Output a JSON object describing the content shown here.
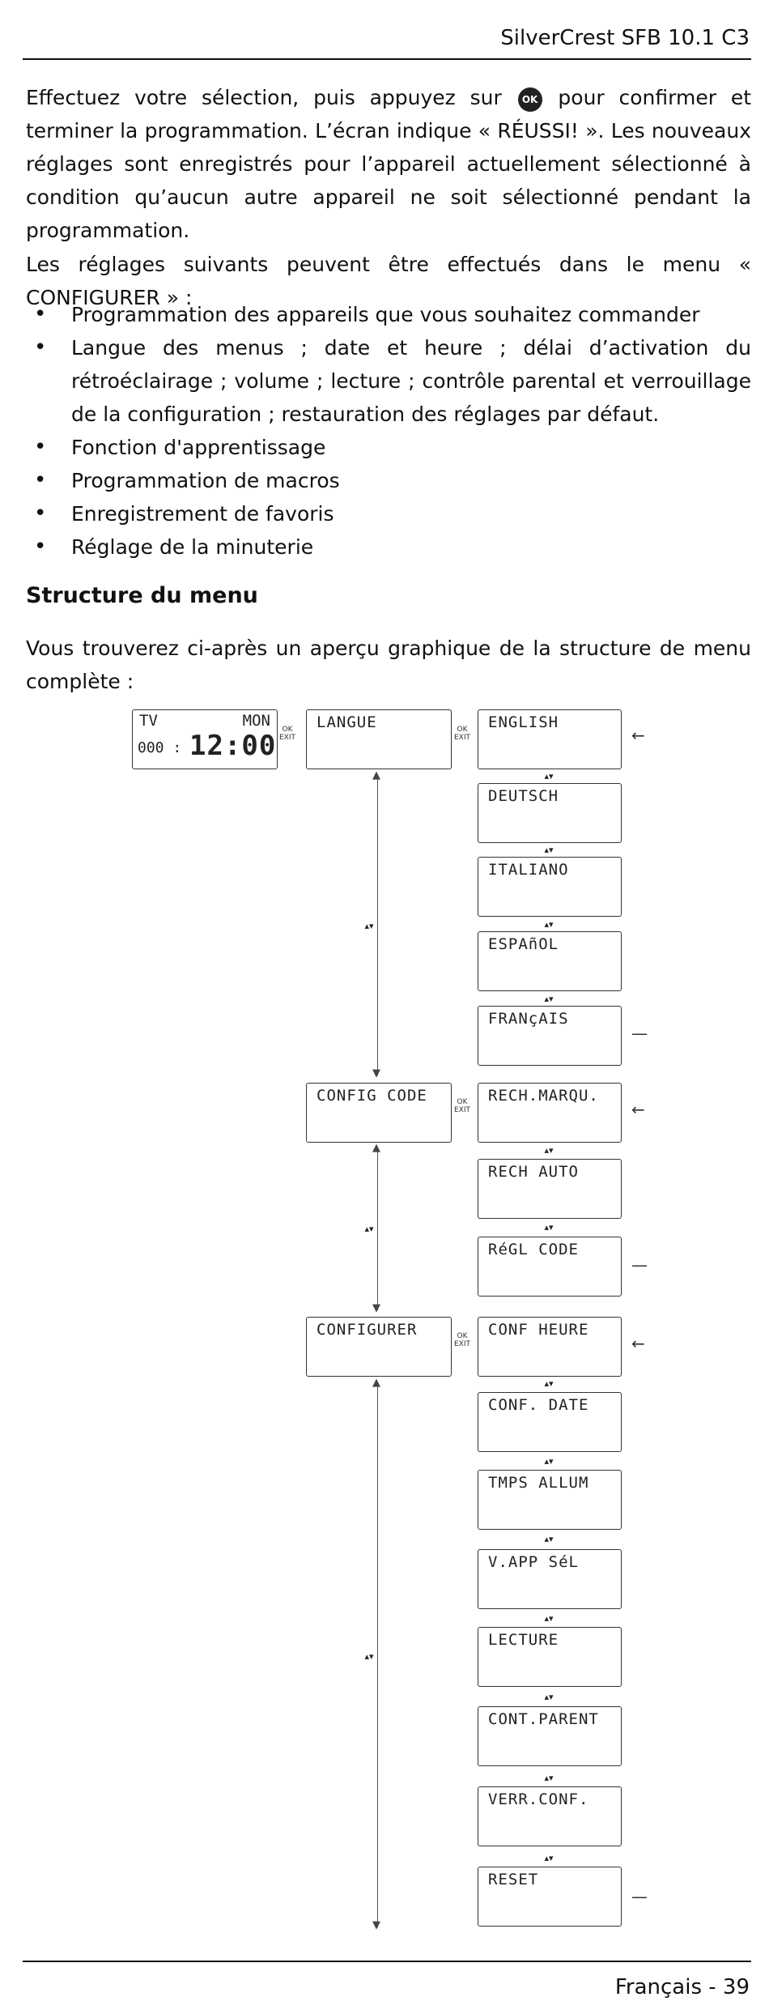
{
  "header": {
    "title": "SilverCrest SFB 10.1 C3"
  },
  "p1": {
    "before": "Effectuez votre sélection, puis appuyez sur ",
    "ok_icon": "OK",
    "after": " pour confirmer et terminer la programmation. L’écran indique « RÉUSSI! ». Les nouveaux réglages sont enregistrés pour l’appareil actuellement sélectionné à condition qu’aucun autre appareil ne soit sélectionné pendant la programmation."
  },
  "p2": "Les réglages suivants peuvent être effectués dans le menu « CONFIGURER » :",
  "bullets": [
    "Programmation des appareils que vous souhaitez commander",
    "Langue des menus ; date et heure ; délai d’activation du rétroéclairage ; volume ; lecture ; contrôle parental et verrouillage de la configuration ; restauration des réglages par défaut.",
    "Fonction d'apprentissage",
    "Programmation de macros",
    "Enregistrement de favoris",
    "Réglage de la minuterie"
  ],
  "section_title": "Structure du menu",
  "p3": "Vous trouverez ci-après un aperçu graphique de la structure de menu complète :",
  "diagram": {
    "remote": {
      "mode": "TV",
      "day": "MON",
      "number": "000 :",
      "time": "12:00"
    },
    "main_menus": [
      "LANGUE",
      "CONFIG CODE",
      "CONFIGURER"
    ],
    "langue_items": [
      "ENGLISH",
      "DEUTSCH",
      "ITALIANO",
      "ESPAñOL",
      "FRANçAIS"
    ],
    "config_code_items": [
      "RECH.MARQU.",
      "RECH AUTO",
      "RéGL CODE"
    ],
    "configurer_items": [
      "CONF HEURE",
      "CONF. DATE",
      "TMPS ALLUM",
      "V.APP SéL",
      "LECTURE",
      "CONT.PARENT",
      "VERR.CONF.",
      "RESET"
    ],
    "nav_symbol": "▴▾",
    "ok_label": "OK",
    "exit_label": "EXIT",
    "back_arrow": "←",
    "end_dash": "—"
  },
  "footer": {
    "text": "Français - 39"
  }
}
